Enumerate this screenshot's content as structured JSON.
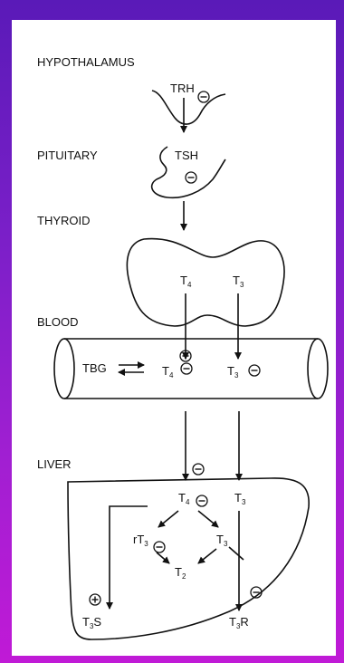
{
  "sections": {
    "hypothalamus": "HYPOTHALAMUS",
    "pituitary": "PITUITARY",
    "thyroid": "THYROID",
    "blood": "BLOOD",
    "liver": "LIVER"
  },
  "labels": {
    "trh": "TRH",
    "tsh": "TSH",
    "t4": {
      "base": "T",
      "sub": "4"
    },
    "t3": {
      "base": "T",
      "sub": "3"
    },
    "tbg": "TBG",
    "t2": {
      "base": "T",
      "sub": "2"
    },
    "rt3": {
      "base": "rT",
      "sub": "3"
    },
    "t3s": {
      "base": "T",
      "sub": "3",
      "tail": "S"
    },
    "t3r": {
      "base": "T",
      "sub": "3",
      "tail": "R"
    }
  },
  "symbols": {
    "inhibit": "−",
    "stimulate": "+"
  }
}
